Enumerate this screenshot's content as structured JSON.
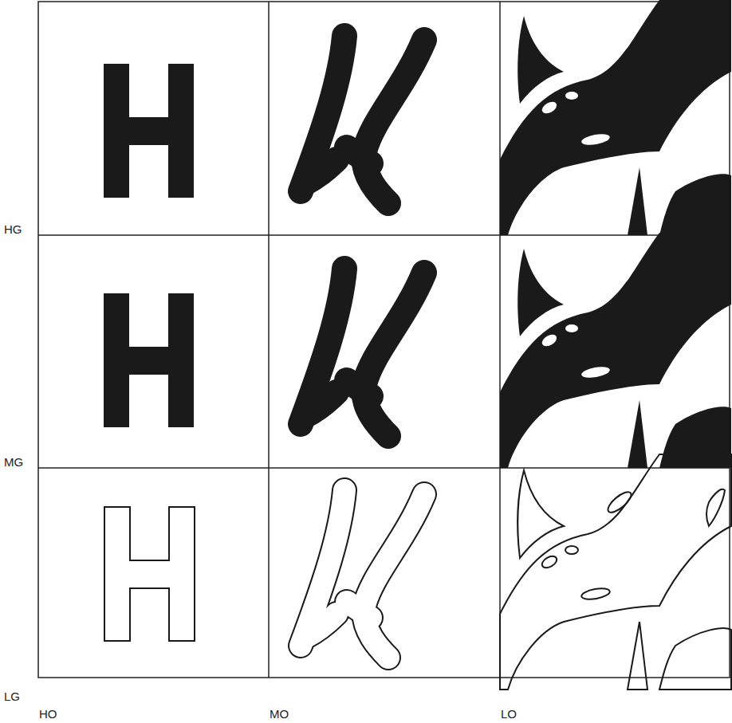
{
  "diagram": {
    "labels": [
      "HG",
      "MG",
      "LG",
      "HO",
      "MO",
      "LO"
    ]
  }
}
